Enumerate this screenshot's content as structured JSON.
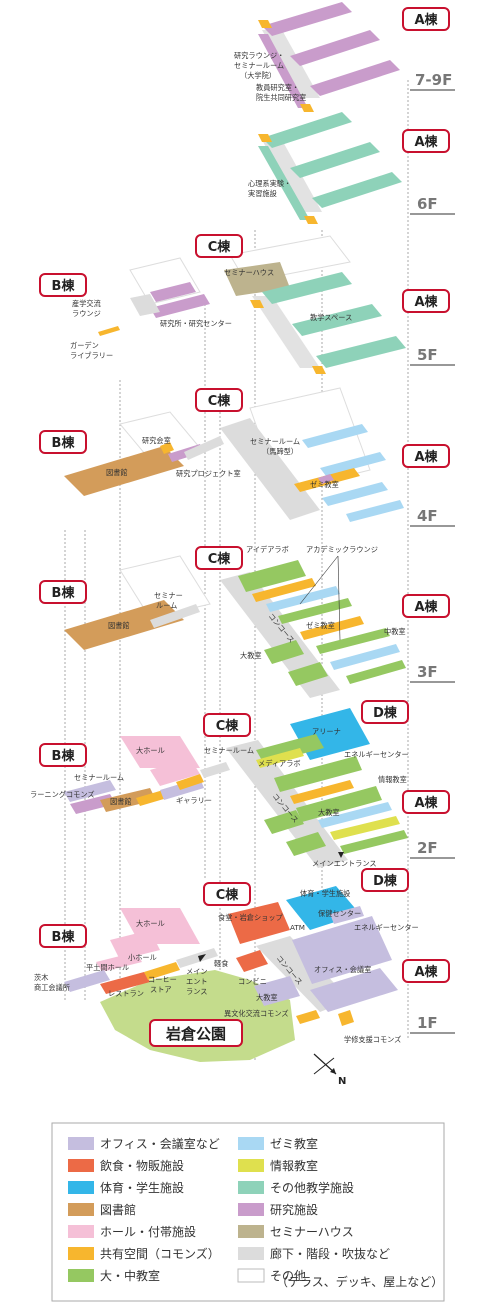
{
  "colors": {
    "office": "#c5bedf",
    "food": "#ec6a46",
    "sports": "#33b6e8",
    "library": "#d39c5a",
    "hall": "#f5c0d7",
    "common": "#f7b62e",
    "lecture": "#95c861",
    "seminar": "#a9d8f3",
    "info": "#dfe04e",
    "other_edu": "#8ed2b9",
    "research": "#c99ccb",
    "seminar_house": "#bdb38e",
    "corridor": "#dcdcdc",
    "other": "#ffffff",
    "building_border": "#c8102e",
    "park": "#c4dc8c"
  },
  "floors": {
    "f79": {
      "label": "7-9F",
      "buildings": {
        "a": "A棟"
      },
      "labels": {
        "l1": "研究ラウンジ・",
        "l2": "セミナールーム",
        "l3": "（大学院）",
        "l4": "教員研究室・",
        "l5": "院生共同研究室"
      }
    },
    "f6": {
      "label": "6F",
      "buildings": {
        "a": "A棟"
      },
      "labels": {
        "l1": "心理系実験・",
        "l2": "実習施設"
      }
    },
    "f5": {
      "label": "5F",
      "buildings": {
        "a": "A棟",
        "b": "B棟",
        "c": "C棟"
      },
      "labels": {
        "seminar_house": "セミナーハウス",
        "lounge1": "産学交流",
        "lounge2": "ラウンジ",
        "research_center": "研究所・研究センター",
        "garden1": "ガーデン",
        "garden2": "ライブラリー",
        "space": "教学スペース"
      }
    },
    "f4": {
      "label": "4F",
      "buildings": {
        "a": "A棟",
        "b": "B棟",
        "c": "C棟"
      },
      "labels": {
        "meeting": "研究会室",
        "library": "図書館",
        "project": "研究プロジェクト室",
        "seminar1": "セミナールーム",
        "seminar2": "（馬蹄型）",
        "zemi": "ゼミ教室"
      }
    },
    "f3": {
      "label": "3F",
      "buildings": {
        "a": "A棟",
        "b": "B棟",
        "c": "C棟"
      },
      "labels": {
        "idea": "アイデアラボ",
        "academic": "アカデミックラウンジ",
        "seminar1": "セミナー",
        "seminar2": "ルーム",
        "library": "図書館",
        "concourse": "コンコース",
        "zemi": "ゼミ教室",
        "medium": "中教室",
        "large": "大教室"
      }
    },
    "f2": {
      "label": "2F",
      "buildings": {
        "a": "A棟",
        "b": "B棟",
        "c": "C棟",
        "d": "D棟"
      },
      "labels": {
        "arena": "アリーナ",
        "big_hall": "大ホール",
        "seminar": "セミナールーム",
        "media": "メディアラボ",
        "energy": "エネルギーセンター",
        "learning": "ラーニングコモンズ",
        "library": "図書館",
        "gallery": "ギャラリー",
        "info": "情報教室",
        "concourse": "コンコース",
        "large": "大教室",
        "entrance": "メインエントランス"
      }
    },
    "f1": {
      "label": "1F",
      "buildings": {
        "a": "A棟",
        "b": "B棟",
        "c": "C棟",
        "d": "D棟"
      },
      "labels": {
        "sports": "体育・学生施設",
        "cafeteria": "食堂・岩倉ショップ",
        "health": "保健センター",
        "atm": "ATM",
        "energy": "エネルギーセンター",
        "big_hall": "大ホール",
        "small_hall": "小ホール",
        "hiradoma": "平土間ホール",
        "light": "軽食",
        "conveni": "コンビニ",
        "concourse": "コンコース",
        "office": "オフィス・会議室",
        "ibaraki1": "茨木",
        "ibaraki2": "商工会議所",
        "restaurant": "レストラン",
        "coffee1": "コーヒー",
        "coffee2": "ストア",
        "entrance1": "メイン",
        "entrance2": "エント",
        "entrance3": "ランス",
        "large": "大教室",
        "commons": "異文化交流コモンズ",
        "support": "学修支援コモンズ"
      }
    }
  },
  "park": "岩倉公園",
  "compass": "N",
  "legend": [
    {
      "label": "オフィス・会議室など",
      "color": "#c5bedf"
    },
    {
      "label": "ゼミ教室",
      "color": "#a9d8f3"
    },
    {
      "label": "飲食・物販施設",
      "color": "#ec6a46"
    },
    {
      "label": "情報教室",
      "color": "#dfe04e"
    },
    {
      "label": "体育・学生施設",
      "color": "#33b6e8"
    },
    {
      "label": "その他教学施設",
      "color": "#8ed2b9"
    },
    {
      "label": "図書館",
      "color": "#d39c5a"
    },
    {
      "label": "研究施設",
      "color": "#c99ccb"
    },
    {
      "label": "ホール・付帯施設",
      "color": "#f5c0d7"
    },
    {
      "label": "セミナーハウス",
      "color": "#bdb38e"
    },
    {
      "label": "共有空間（コモンズ）",
      "color": "#f7b62e"
    },
    {
      "label": "廊下・階段・吹抜など",
      "color": "#dcdcdc"
    },
    {
      "label": "大・中教室",
      "color": "#95c861"
    },
    {
      "label": "その他",
      "color": "#ffffff"
    }
  ],
  "legend_note": "（テラス、デッキ、屋上など）"
}
